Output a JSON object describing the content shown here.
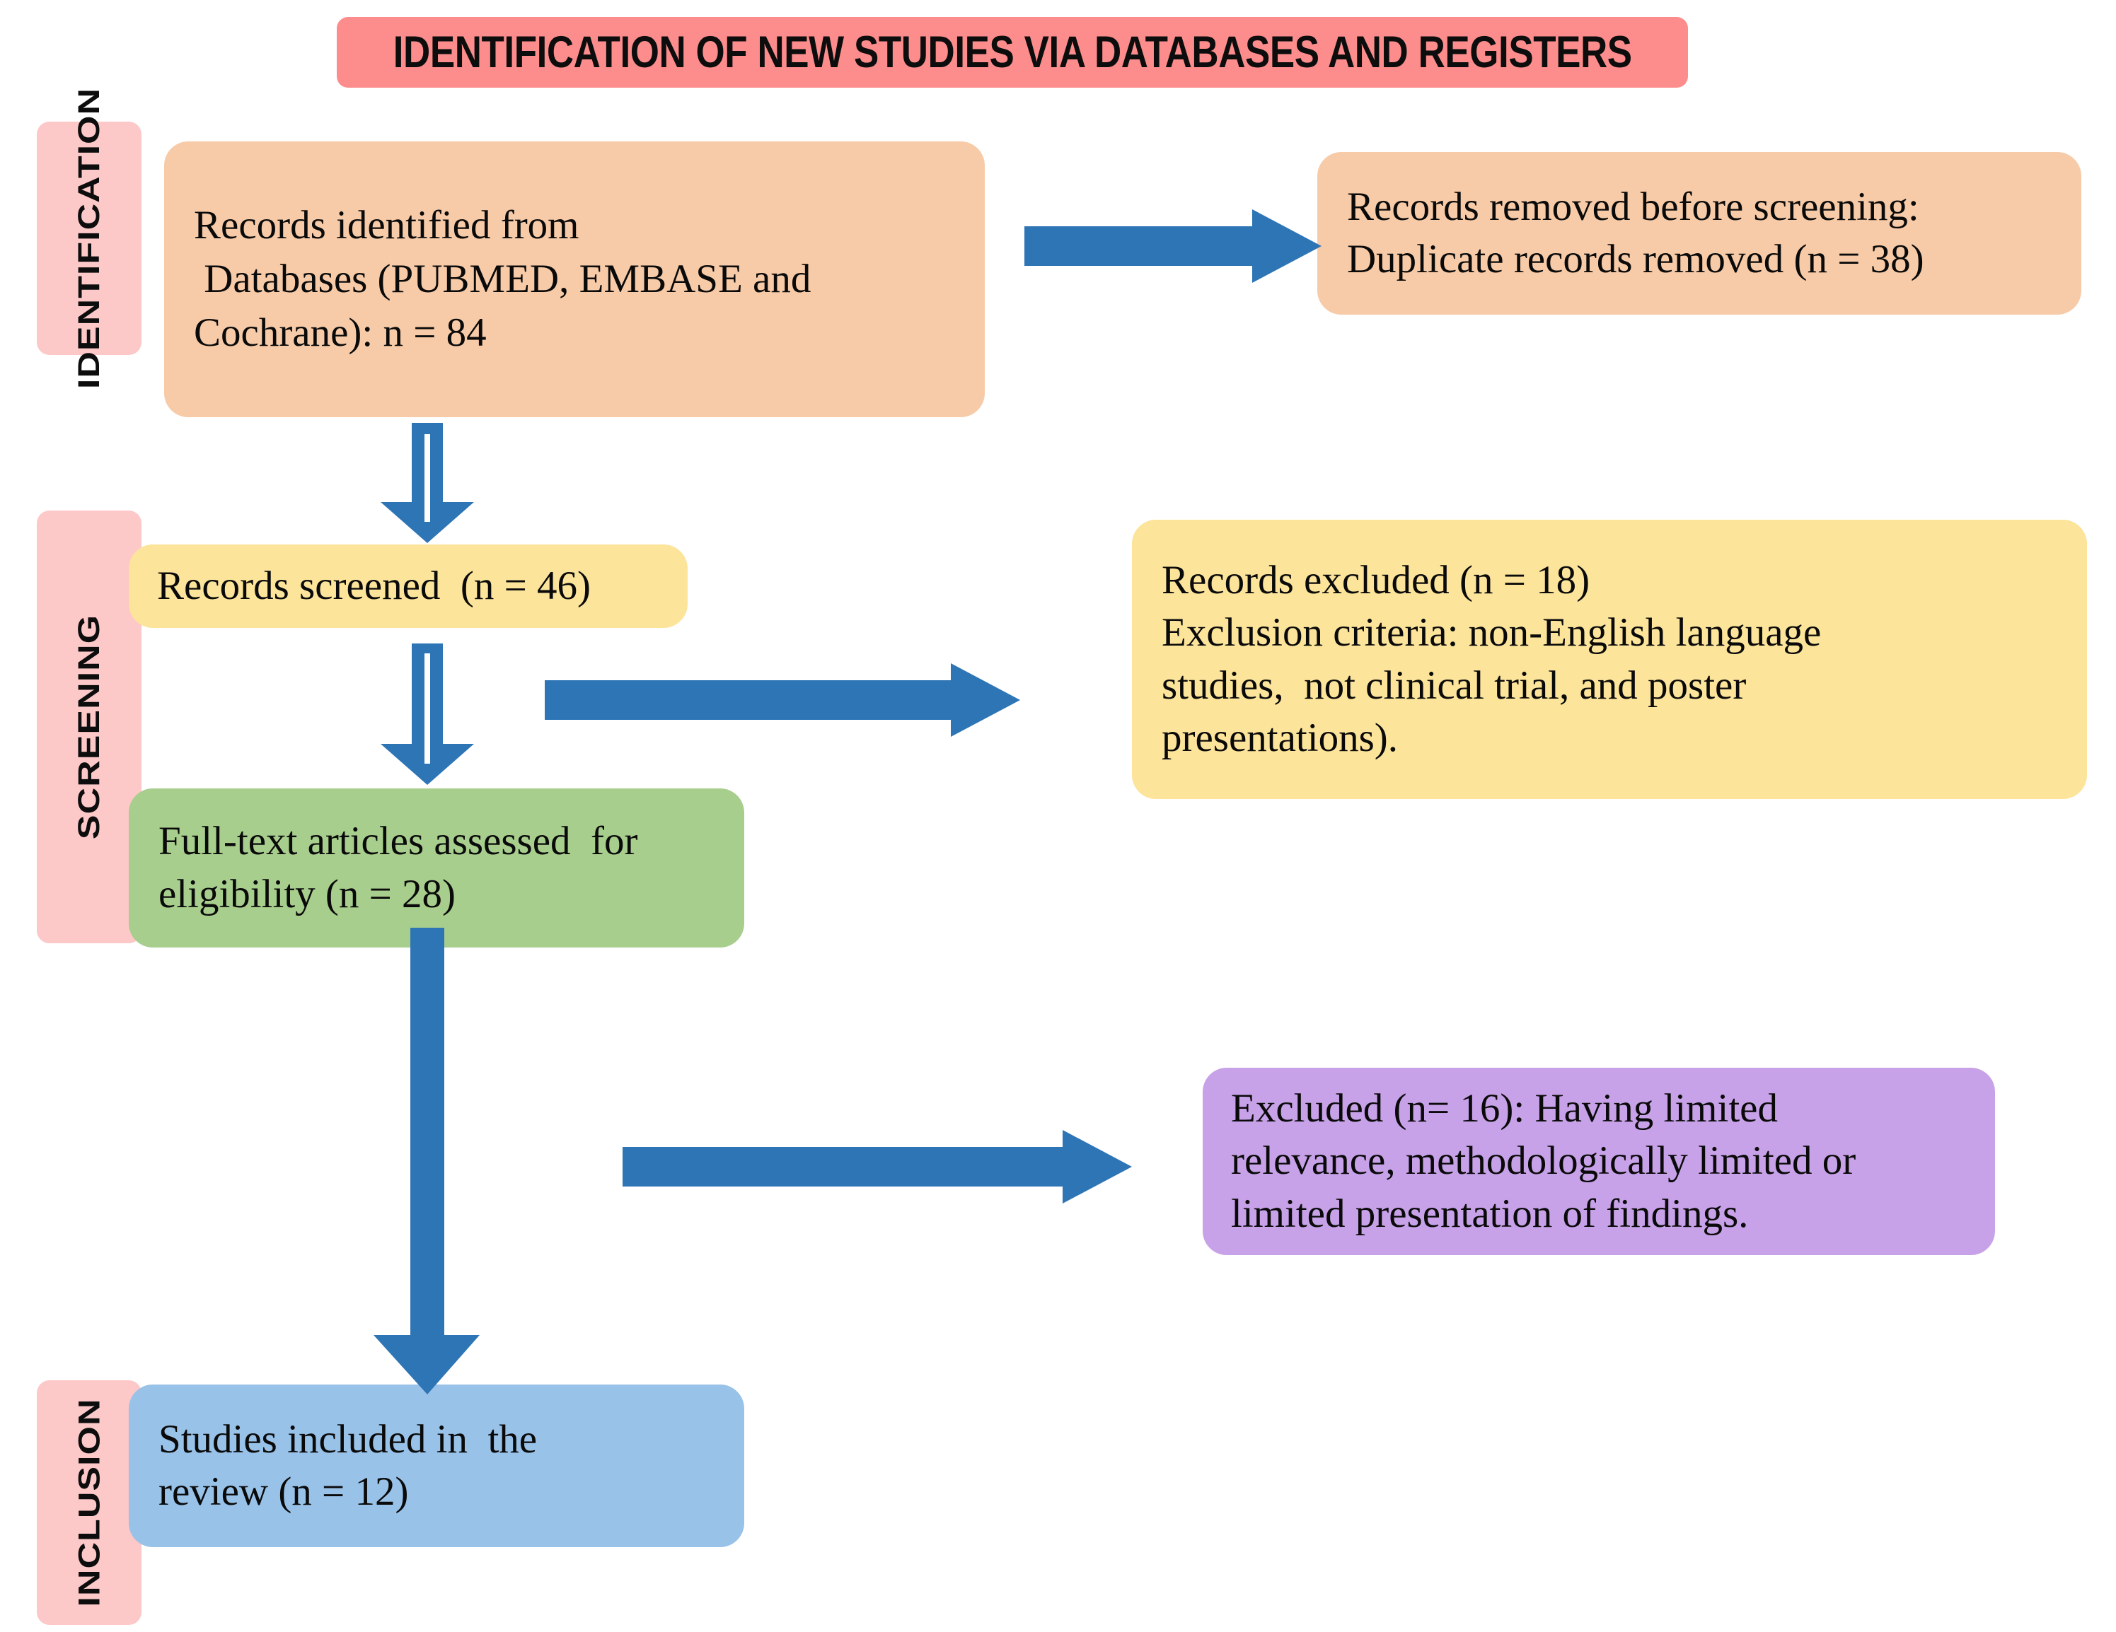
{
  "title": {
    "text": "IDENTIFICATION OF NEW STUDIES VIA DATABASES AND REGISTERS",
    "background": "#FD8C8C"
  },
  "stages": [
    {
      "id": "identification",
      "label": "IDENTIFICATION",
      "background": "#FCC8C8"
    },
    {
      "id": "screening",
      "label": "SCREENING",
      "background": "#FCC8C8"
    },
    {
      "id": "inclusion",
      "label": "INCLUSION",
      "background": "#FCC8C8"
    }
  ],
  "boxes": {
    "records_identified": {
      "line1": "Records identified from",
      "line2": " Databases (PUBMED, EMBASE and",
      "line3": "Cochrane): n = 84",
      "background": "#F7CBA8",
      "count": 84
    },
    "records_removed": {
      "line1": "Records removed before screening:",
      "line2": "Duplicate records removed (n = 38)",
      "background": "#F7CBA8",
      "count": 38
    },
    "records_screened": {
      "line1": "Records screened  (n = 46)",
      "background": "#FCE49B",
      "count": 46
    },
    "records_excluded": {
      "line1": "Records excluded (n = 18)",
      "line2": "Exclusion criteria: non-English language",
      "line3": "studies,  not clinical trial, and poster",
      "line4": "presentations).",
      "background": "#FCE49B",
      "count": 18
    },
    "fulltext_assessed": {
      "line1": "Full-text articles assessed  for",
      "line2": "eligibility (n = 28)",
      "background": "#A8CE8E",
      "count": 28
    },
    "excluded_relevance": {
      "line1": "Excluded (n= 16): Having limited",
      "line2": "relevance, methodologically limited or",
      "line3": "limited presentation of findings.",
      "background": "#C8A2E8",
      "count": 16
    },
    "studies_included": {
      "line1": "Studies included in  the",
      "line2": "review (n = 12)",
      "background": "#99C2E8",
      "count": 12
    }
  },
  "arrows": {
    "color": "#2E75B6",
    "items": [
      {
        "id": "identified-to-removed",
        "direction": "right",
        "style": "solid"
      },
      {
        "id": "identified-to-screened",
        "direction": "down",
        "style": "hollow"
      },
      {
        "id": "screened-to-excluded",
        "direction": "right",
        "style": "solid"
      },
      {
        "id": "screened-to-fulltext",
        "direction": "down",
        "style": "hollow"
      },
      {
        "id": "fulltext-to-excluded16",
        "direction": "right",
        "style": "solid"
      },
      {
        "id": "fulltext-to-included",
        "direction": "down",
        "style": "solid"
      }
    ]
  }
}
